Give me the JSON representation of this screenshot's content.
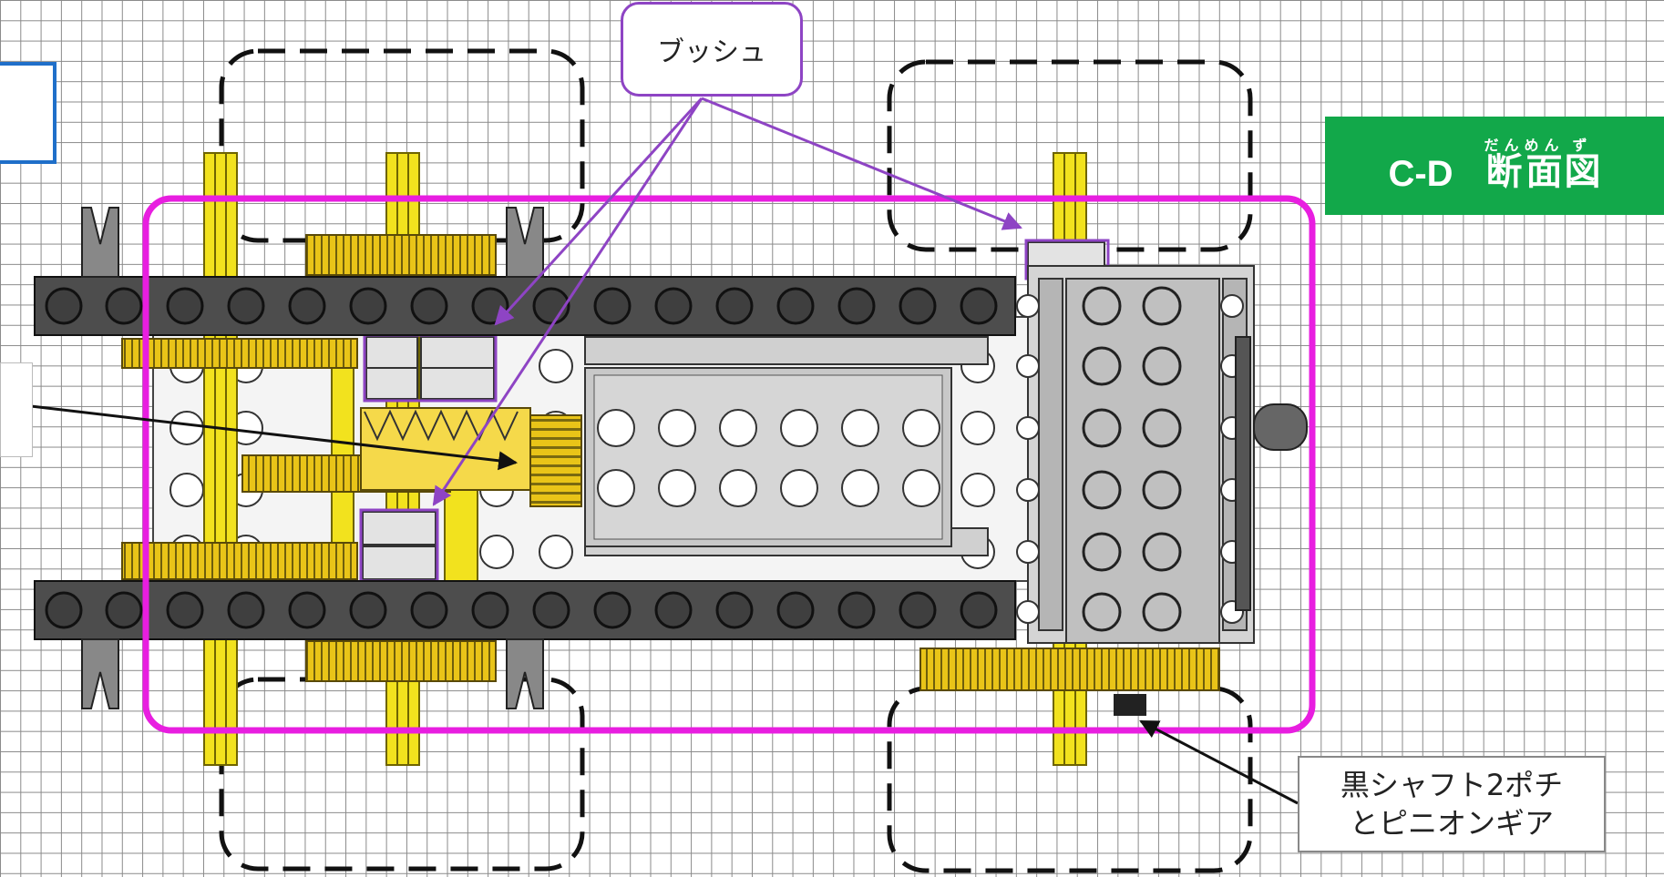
{
  "title": {
    "code": "C-D",
    "kanji": "断面図",
    "furigana_dan": "だん",
    "furigana_men": "めん",
    "furigana_zu": "ず"
  },
  "labels": {
    "bushing": "ブッシュ",
    "black_shaft_line1": "黒シャフト2ポチ",
    "black_shaft_line2": "とピニオンギア"
  },
  "colors": {
    "frame": "#e81ee0",
    "callout_border": "#8e44c4",
    "badge": "#12a84a",
    "beam": "#4d4d4d",
    "plate": "#f2f2f2",
    "shaft": "#f2e21e",
    "gear": "#e8c21a",
    "motor": "#c8c8c8",
    "blue_box": "#1f6fc9"
  }
}
